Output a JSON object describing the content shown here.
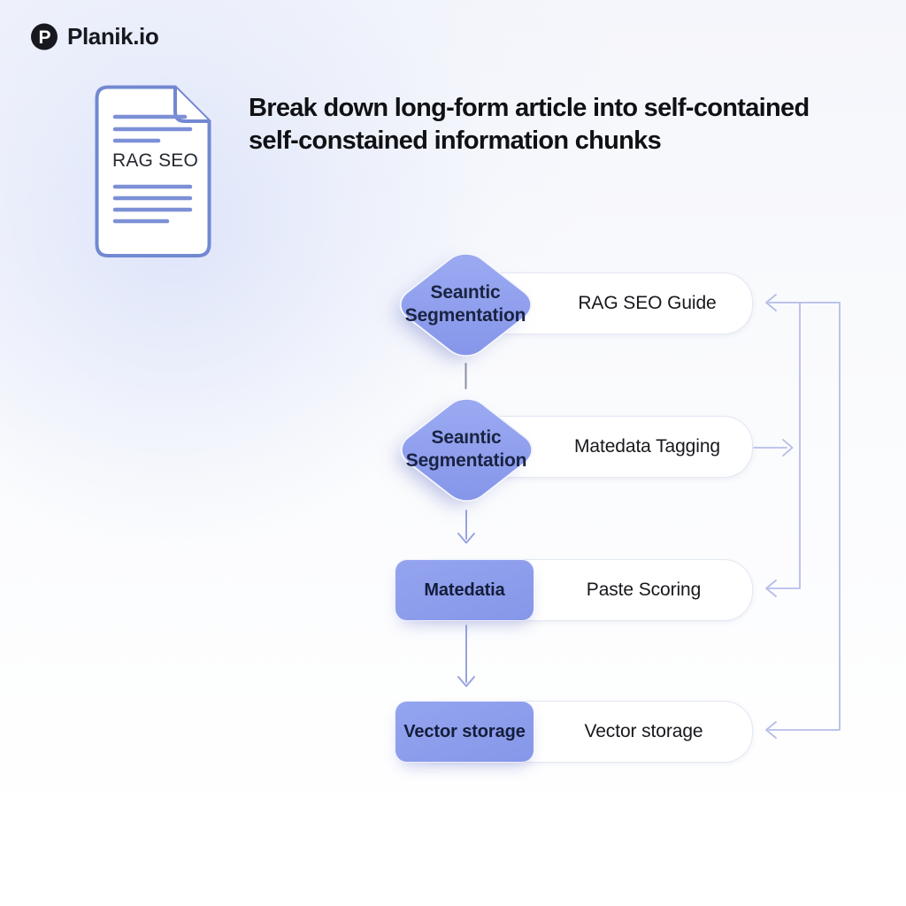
{
  "brand": {
    "name": "Planik.io"
  },
  "heading": {
    "line1": "Break down long-form article into self-contained",
    "line2": "self-constained information chunks"
  },
  "document_card": {
    "title": "RAG SEO"
  },
  "flowchart": {
    "rows": [
      {
        "shape": "diamond",
        "shape_line1": "Seaıntic",
        "shape_line2": "Segmentation",
        "box_label": "RAG SEO Guide",
        "connector": "arrow-in-from-right"
      },
      {
        "shape": "diamond",
        "shape_line1": "Seaıntic",
        "shape_line2": "Segmentation",
        "box_label": "Matedata Tagging",
        "connector": "arrow-out-to-right"
      },
      {
        "shape": "rect",
        "shape_label": "Matedatia",
        "box_label": "Paste Scoring",
        "connector": "arrow-in-from-right"
      },
      {
        "shape": "rect",
        "shape_label": "Vector storage",
        "box_label": "Vector storage",
        "connector": "arrow-in-from-right"
      }
    ]
  },
  "colors": {
    "shape_fill": "#8c9eec",
    "shape_text": "#1a2342",
    "box_border": "#e4e7f2",
    "flow_trunk_arrow": "#b5bde9",
    "down_arrow": "#98a3e2",
    "link_line": "#8b91a3",
    "doc_outline": "#7288d2",
    "heading_text": "#101114",
    "glow": "#dde4fa"
  }
}
